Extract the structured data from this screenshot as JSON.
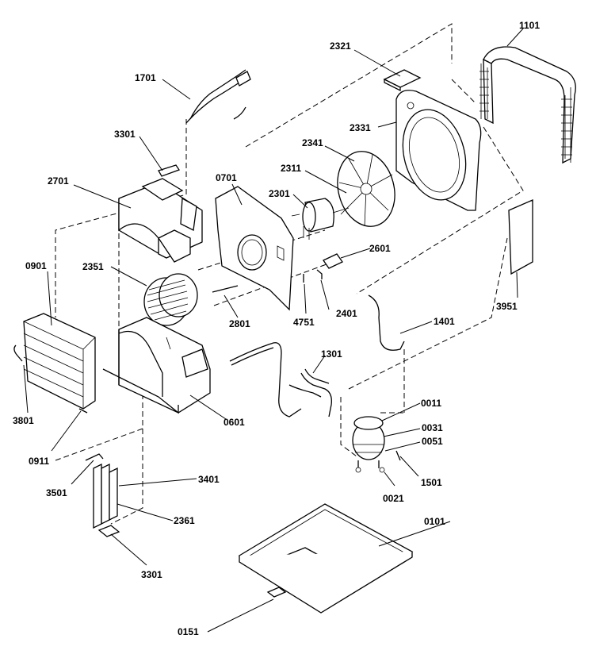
{
  "labels": {
    "p1101": "1101",
    "p2321": "2321",
    "p1701": "1701",
    "p2331": "2331",
    "p3301_top": "3301",
    "p2341": "2341",
    "p2311": "2311",
    "p2701": "2701",
    "p0701": "0701",
    "p2301": "2301",
    "p2601": "2601",
    "p0901": "0901",
    "p2351": "2351",
    "p3951": "3951",
    "p2801": "2801",
    "p4751": "4751",
    "p2401": "2401",
    "p1401": "1401",
    "p1301": "1301",
    "p0011": "0011",
    "p0031": "0031",
    "p0051": "0051",
    "p3801": "3801",
    "p0601": "0601",
    "p0911": "0911",
    "p3501": "3501",
    "p1501": "1501",
    "p3401": "3401",
    "p0021": "0021",
    "p2361": "2361",
    "p0101": "0101",
    "p3301_bottom": "3301",
    "p0151": "0151"
  }
}
